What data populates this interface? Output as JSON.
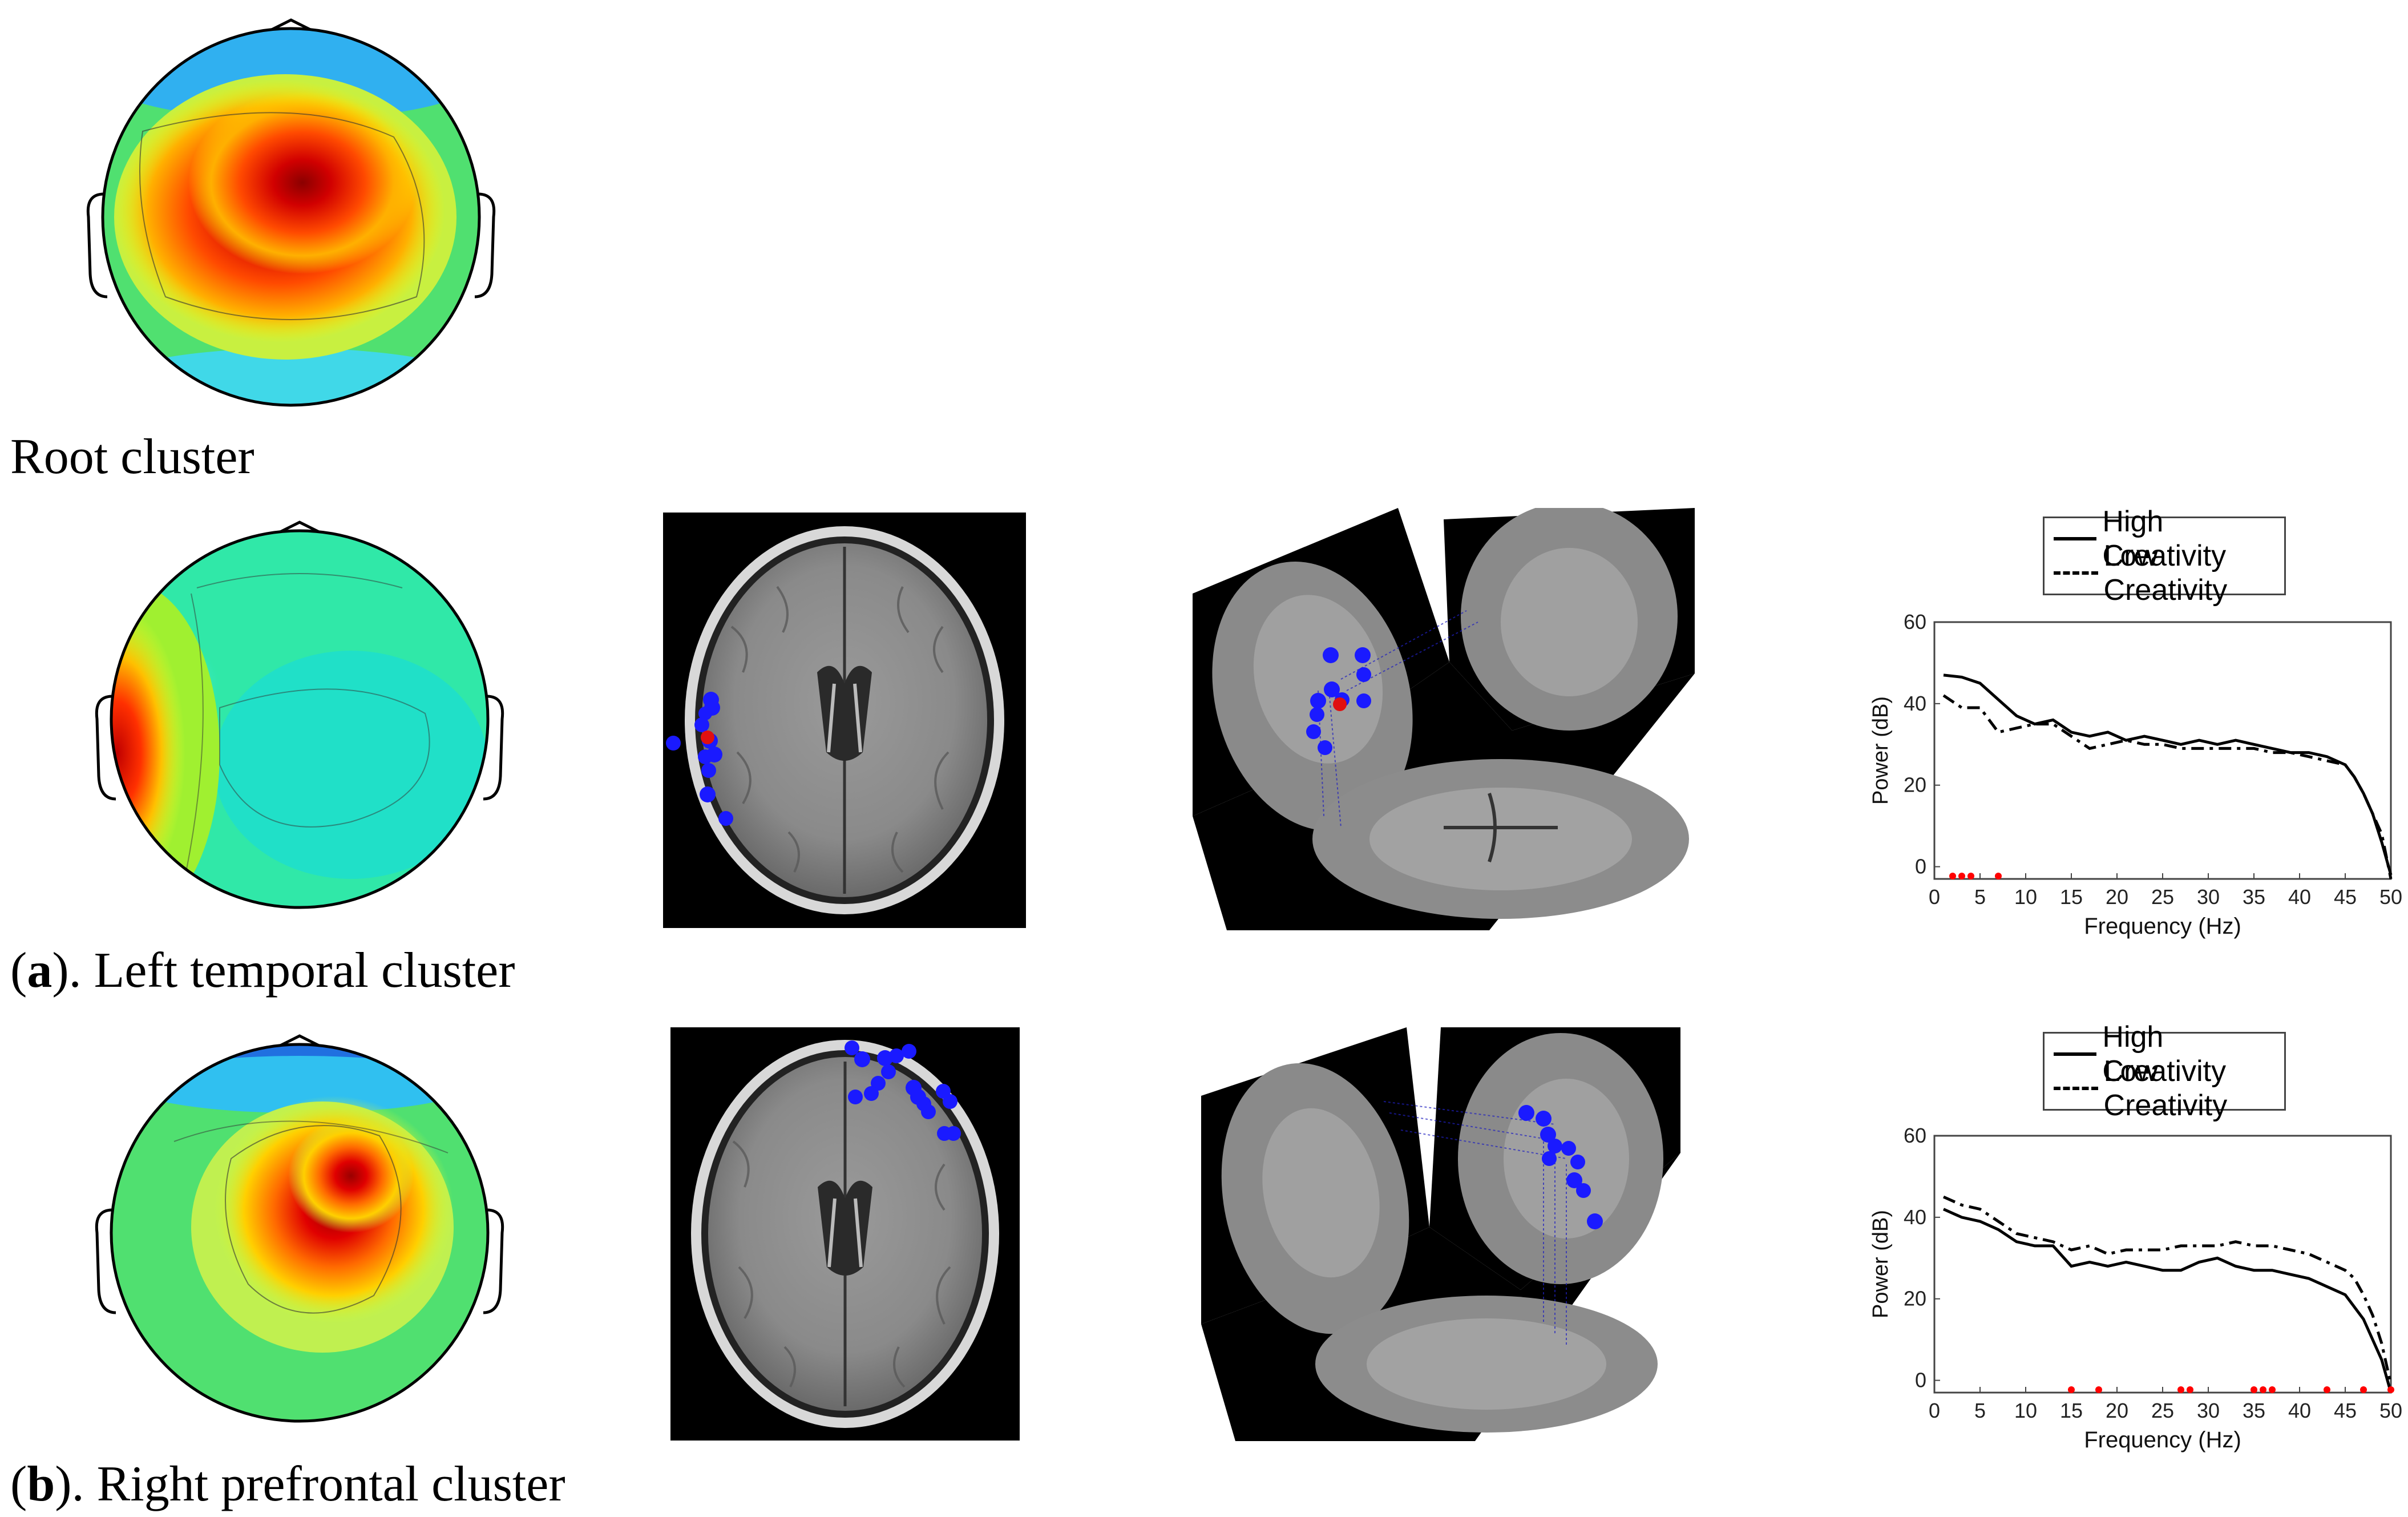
{
  "captions": {
    "root": "Root cluster",
    "a_letter": "a",
    "a_text": "). Left temporal cluster",
    "b_letter": "b",
    "b_text": "). Right prefrontal cluster",
    "open_paren": "("
  },
  "legend": {
    "high": "High Creativity",
    "low": "Low Creativity"
  },
  "colors": {
    "high_line": "#000000",
    "low_line": "#000000",
    "sig_marker": "#ff0000",
    "dipole": "#1a1aff",
    "dipole_centroid": "#e01010"
  },
  "chart_data": [
    {
      "type": "line",
      "panel": "a",
      "xlabel": "Frequency (Hz)",
      "ylabel": "Power (dB)",
      "xlim": [
        0,
        50
      ],
      "ylim": [
        -3,
        60
      ],
      "xticks": [
        0,
        5,
        10,
        15,
        20,
        25,
        30,
        35,
        40,
        45,
        50
      ],
      "yticks": [
        0,
        20,
        40,
        60
      ],
      "legend": "top-outside",
      "series": [
        {
          "name": "High Creativity",
          "style": "solid",
          "x": [
            1,
            3,
            5,
            7,
            9,
            11,
            13,
            15,
            17,
            19,
            21,
            23,
            25,
            27,
            29,
            31,
            33,
            35,
            37,
            39,
            41,
            43,
            45,
            46,
            47,
            48,
            49,
            50
          ],
          "y": [
            47,
            46.5,
            45,
            41,
            37,
            35,
            36,
            33,
            32,
            33,
            31,
            32,
            31,
            30,
            31,
            30,
            31,
            30,
            29,
            28,
            28,
            27,
            25,
            22,
            18,
            13,
            6,
            -2
          ]
        },
        {
          "name": "Low Creativity",
          "style": "dashed",
          "x": [
            1,
            3,
            5,
            7,
            9,
            11,
            13,
            15,
            17,
            19,
            21,
            23,
            25,
            27,
            29,
            31,
            33,
            35,
            37,
            39,
            41,
            43,
            45,
            46,
            47,
            48,
            49,
            50
          ],
          "y": [
            42,
            39,
            39,
            33,
            34,
            35,
            35,
            32,
            29,
            30,
            31,
            30,
            30,
            29,
            29,
            29,
            29,
            29,
            28,
            28,
            27,
            26,
            25,
            22,
            18,
            13,
            8,
            -3
          ]
        }
      ],
      "significant_x": [
        2,
        3,
        4,
        7
      ]
    },
    {
      "type": "line",
      "panel": "b",
      "xlabel": "Frequency (Hz)",
      "ylabel": "Power (dB)",
      "xlim": [
        0,
        50
      ],
      "ylim": [
        -3,
        60
      ],
      "xticks": [
        0,
        5,
        10,
        15,
        20,
        25,
        30,
        35,
        40,
        45,
        50
      ],
      "yticks": [
        0,
        20,
        40,
        60
      ],
      "legend": "top-outside",
      "series": [
        {
          "name": "High Creativity",
          "style": "solid",
          "x": [
            1,
            3,
            5,
            7,
            9,
            11,
            13,
            15,
            17,
            19,
            21,
            23,
            25,
            27,
            29,
            31,
            33,
            35,
            37,
            39,
            41,
            43,
            45,
            46,
            47,
            48,
            49,
            50
          ],
          "y": [
            42,
            40,
            39,
            37,
            34,
            33,
            33,
            28,
            29,
            28,
            29,
            28,
            27,
            27,
            29,
            30,
            28,
            27,
            27,
            26,
            25,
            23,
            21,
            18,
            15,
            10,
            5,
            -3
          ]
        },
        {
          "name": "Low Creativity",
          "style": "dashed",
          "x": [
            1,
            3,
            5,
            7,
            9,
            11,
            13,
            15,
            17,
            19,
            21,
            23,
            25,
            27,
            29,
            31,
            33,
            35,
            37,
            39,
            41,
            43,
            45,
            46,
            47,
            48,
            49,
            50
          ],
          "y": [
            45,
            43,
            42,
            39,
            36,
            35,
            34,
            32,
            33,
            31,
            32,
            32,
            32,
            33,
            33,
            33,
            34,
            33,
            33,
            32,
            31,
            29,
            27,
            25,
            21,
            16,
            9,
            -1
          ]
        }
      ],
      "significant_x": [
        15,
        18,
        27,
        28,
        35,
        36,
        37,
        43,
        47,
        50
      ]
    }
  ]
}
